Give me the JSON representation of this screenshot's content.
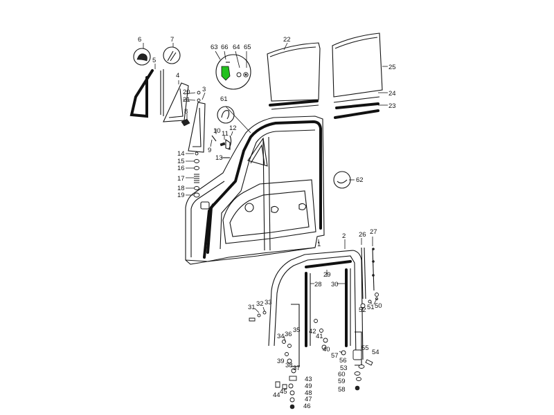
{
  "highlight_color": "#22c11e",
  "labels": {
    "l1": "1",
    "l2": "2",
    "l3": "3",
    "l4": "4",
    "l5": "5",
    "l6": "6",
    "l7": "7",
    "l8": "8",
    "l9": "9",
    "l10": "10",
    "l11": "11",
    "l12": "12",
    "l13": "13",
    "l14": "14",
    "l15": "15",
    "l16": "16",
    "l17": "17",
    "l18": "18",
    "l19": "19",
    "l20": "20",
    "l21": "21",
    "l22": "22",
    "l23": "23",
    "l24": "24",
    "l25": "25",
    "l26": "26",
    "l27": "27",
    "l28": "28",
    "l29": "29",
    "l30": "30",
    "l31": "31",
    "l32": "32",
    "l33": "33",
    "l34": "34",
    "l35": "35",
    "l36": "36",
    "l37": "37",
    "l38": "38",
    "l39": "39",
    "l40": "40",
    "l41": "41",
    "l42": "42",
    "l43": "43",
    "l44": "44",
    "l45": "45",
    "l46": "46",
    "l47": "47",
    "l48": "48",
    "l49": "49",
    "l50": "50",
    "l51": "51",
    "l52": "52",
    "l53": "53",
    "l54": "54",
    "l55": "55",
    "l56": "56",
    "l57": "57",
    "l58": "58",
    "l59": "59",
    "l60": "60",
    "l61": "61",
    "l62": "62",
    "l63": "63",
    "l64": "64",
    "l65": "65",
    "l66": "66"
  }
}
